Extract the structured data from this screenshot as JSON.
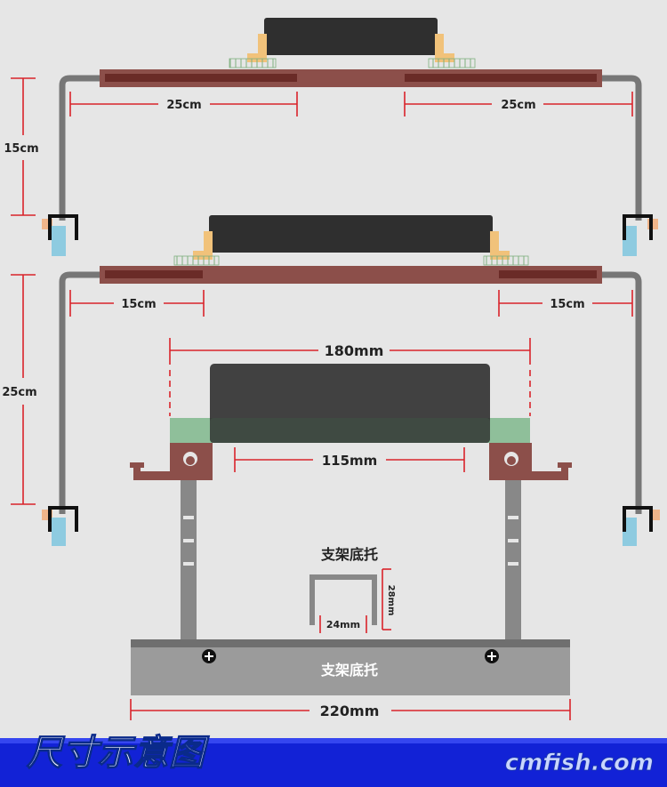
{
  "top_bracket": {
    "left_width": "25cm",
    "right_width": "25cm",
    "height": "15cm"
  },
  "mid_bracket": {
    "left_width": "15cm",
    "right_width": "15cm",
    "height": "25cm"
  },
  "cross_section": {
    "total_width": "180mm",
    "inner_width": "115mm",
    "channel_title": "支架底托",
    "channel_height": "28mm",
    "channel_width": "24mm",
    "base_label": "支架底托",
    "base_width": "220mm"
  },
  "footer": {
    "title": "尺寸示意图",
    "brand": "cmfish.com"
  },
  "colors": {
    "rail": "#8c4f4a",
    "rail_dark": "#6a2b27",
    "lamp": "#2f2f2f",
    "dimension": "#d9232a",
    "footer_bg": "#1222d6"
  }
}
